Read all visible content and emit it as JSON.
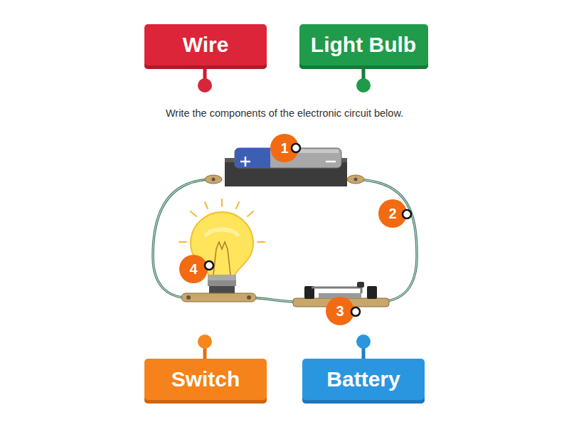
{
  "diagram": {
    "nodes": [
      {
        "text": [
          "Wire"
        ]
      },
      {
        "text": [
          "Light Bulb"
        ]
      },
      {
        "text": [
          "1"
        ]
      },
      {
        "text": [
          "2"
        ]
      },
      {
        "text": [
          "4"
        ]
      },
      {
        "text": [
          "3"
        ]
      },
      {
        "text": [
          "Switch"
        ]
      },
      {
        "text": [
          "Battery"
        ]
      }
    ],
    "labels": [
      "Write the components of the electronic circuit below."
    ]
  }
}
